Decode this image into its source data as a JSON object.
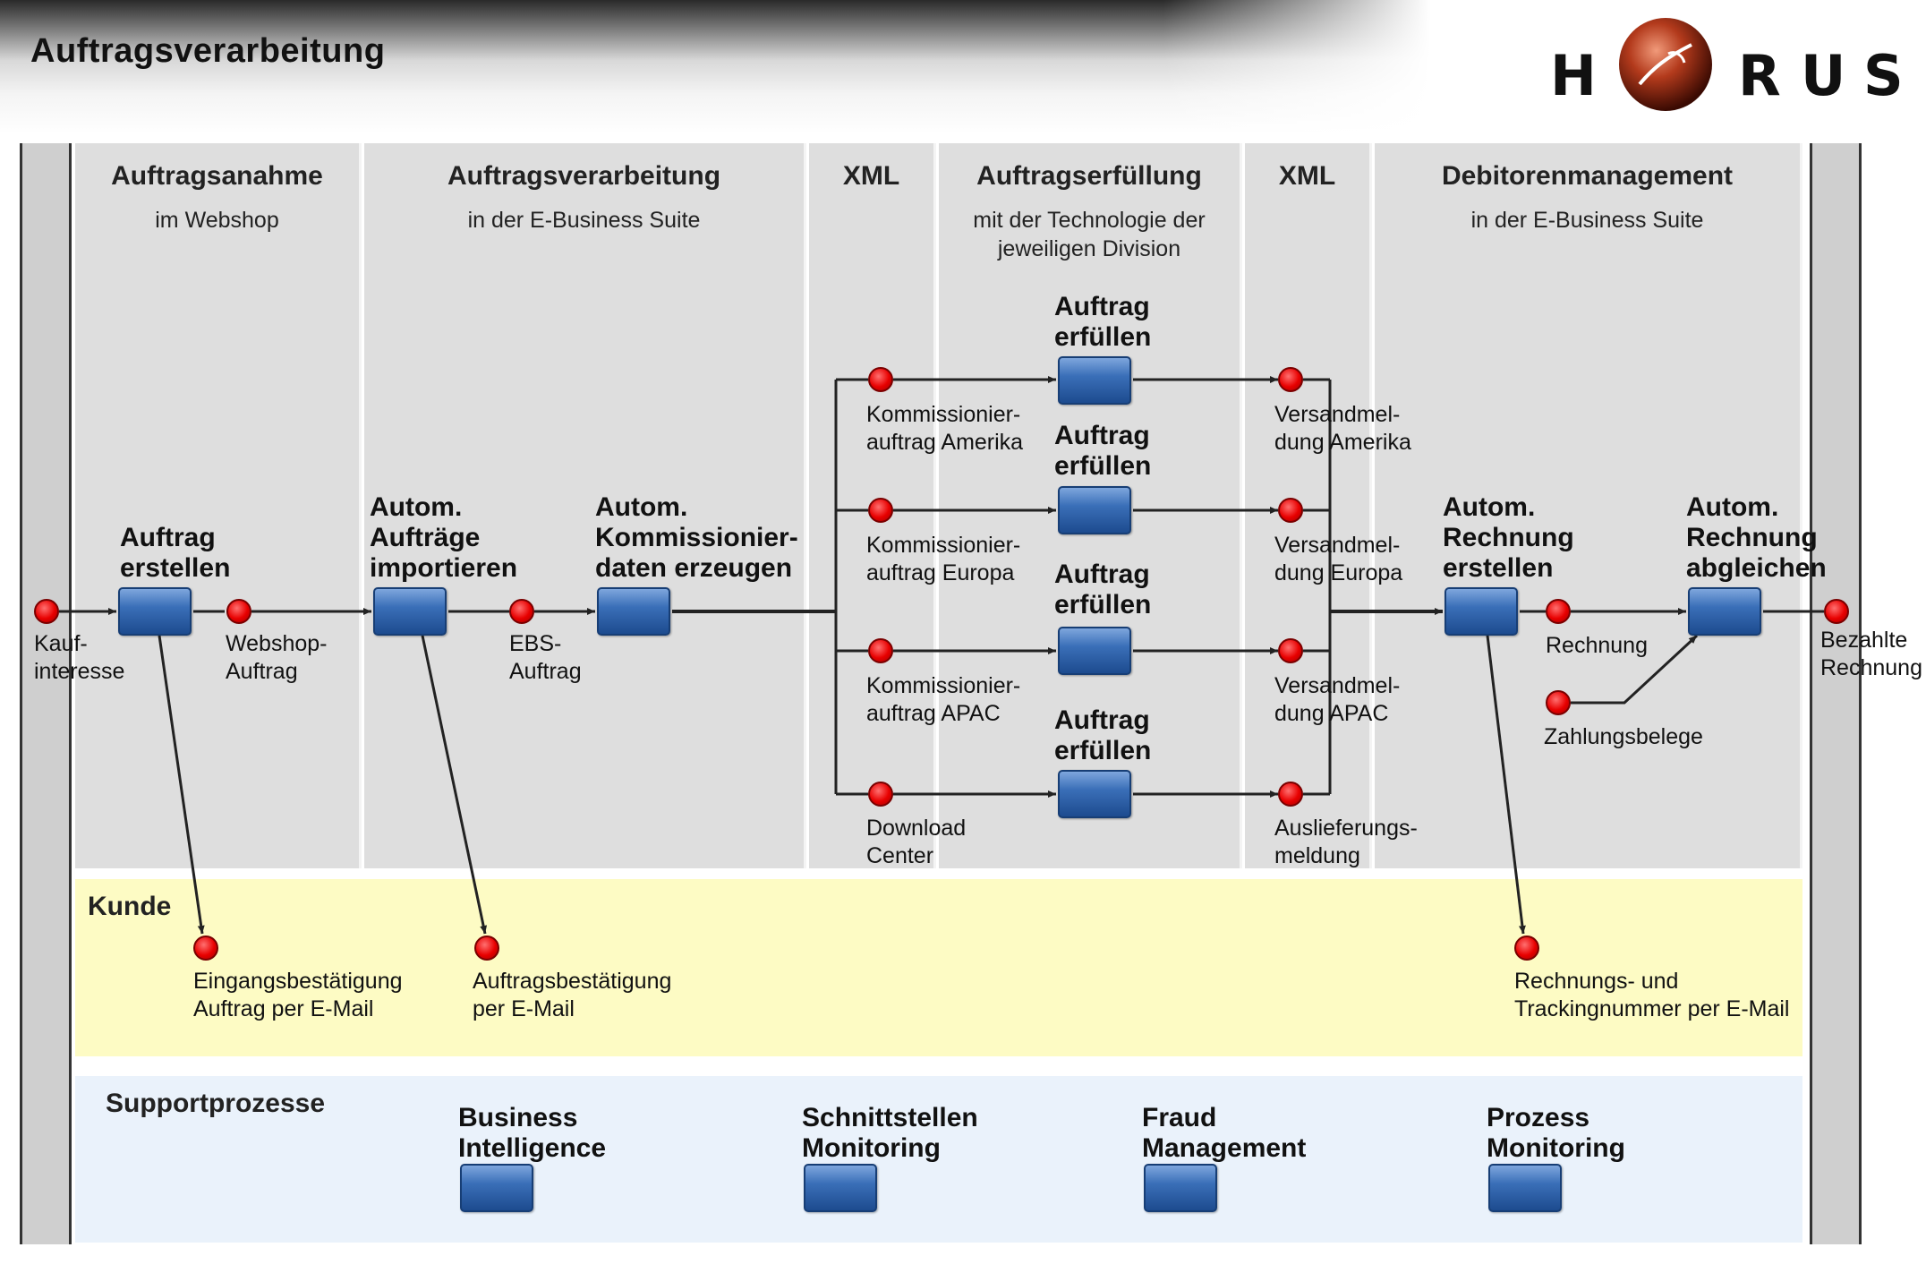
{
  "header": {
    "title": "Auftragsverarbeitung",
    "logo_letters": [
      "H",
      "R",
      "U",
      "S"
    ]
  },
  "columns": [
    {
      "title": "Auftragsanahme",
      "subtitle": "im Webshop"
    },
    {
      "title": "Auftragsverarbeitung",
      "subtitle": "in der E-Business Suite"
    },
    {
      "title": "XML",
      "subtitle": ""
    },
    {
      "title": "Auftragserfüllung",
      "subtitle": "mit der Technologie der\njeweiligen Division"
    },
    {
      "title": "XML",
      "subtitle": ""
    },
    {
      "title": "Debitorenmanagement",
      "subtitle": "in der E-Business Suite"
    }
  ],
  "tasks": {
    "auftrag_erstellen": "Auftrag\nerstellen",
    "auftraege_importieren": "Autom.\nAufträge\nimportieren",
    "kommissionierdaten": "Autom.\nKommissionier-\ndaten erzeugen",
    "erfuellen_1": "Auftrag\nerfüllen",
    "erfuellen_2": "Auftrag\nerfüllen",
    "erfuellen_3": "Auftrag\nerfüllen",
    "erfuellen_4": "Auftrag\nerfüllen",
    "rechnung_erstellen": "Autom.\nRechnung\nerstellen",
    "rechnung_abgleichen": "Autom.\nRechnung\nabgleichen"
  },
  "events": {
    "kaufinteresse": "Kauf-\ninteresse",
    "webshop_auftrag": "Webshop-\nAuftrag",
    "ebs_auftrag": "EBS-\nAuftrag",
    "komm_amerika": "Kommissionier-\nauftrag Amerika",
    "komm_europa": "Kommissionier-\nauftrag Europa",
    "komm_apac": "Kommissionier-\nauftrag APAC",
    "download_center": "Download\nCenter",
    "versand_amerika": "Versandmel-\ndung Amerika",
    "versand_europa": "Versandmel-\ndung Europa",
    "versand_apac": "Versandmel-\ndung APAC",
    "auslieferung": "Auslieferungs-\nmeldung",
    "rechnung": "Rechnung",
    "zahlungsbelege": "Zahlungsbelege",
    "bezahlte_rechnung": "Bezahlte\nRechnung"
  },
  "kunde": {
    "title": "Kunde",
    "events": {
      "eingang": "Eingangsbestätigung\nAuftrag per E-Mail",
      "auftragsbest": "Auftragsbestätigung\nper E-Mail",
      "rechnung_mail": "Rechnungs- und\nTrackingnummer per E-Mail"
    }
  },
  "support": {
    "title": "Supportprozesse",
    "items": [
      "Business\nIntelligence",
      "Schnittstellen\nMonitoring",
      "Fraud\nManagement",
      "Prozess\nMonitoring"
    ]
  },
  "colors": {
    "task": "#2f62a8",
    "event": "#e80000",
    "kunde_bg": "#fdfbc4",
    "support_bg": "#eaf2fb",
    "lane_bg": "#dedede"
  }
}
